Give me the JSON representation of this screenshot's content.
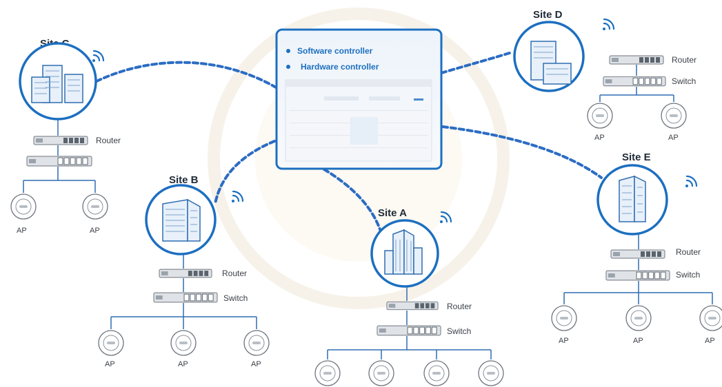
{
  "colors": {
    "accent": "#1c6fc0",
    "link": "#2b6cc4",
    "wire": "#2f6db0",
    "background": "#ffffff",
    "device": "#d9dde2",
    "label": "#3a3f46"
  },
  "controller": {
    "items": [
      "Software controller",
      "Hardware controller"
    ]
  },
  "sites": {
    "a": {
      "title": "Site A",
      "router_label": "Router",
      "switch_label": "Switch",
      "ap_labels": []
    },
    "b": {
      "title": "Site B",
      "router_label": "Router",
      "switch_label": "Switch",
      "ap_labels": [
        "AP",
        "AP",
        "AP"
      ]
    },
    "c": {
      "title": "Site C",
      "router_label": "Router",
      "ap_labels": [
        "AP",
        "AP"
      ]
    },
    "d": {
      "title": "Site D",
      "router_label": "Router",
      "switch_label": "Switch",
      "ap_labels": [
        "AP",
        "AP"
      ]
    },
    "e": {
      "title": "Site E",
      "router_label": "Router",
      "switch_label": "Switch",
      "ap_labels": [
        "AP",
        "AP",
        "AP"
      ]
    }
  }
}
